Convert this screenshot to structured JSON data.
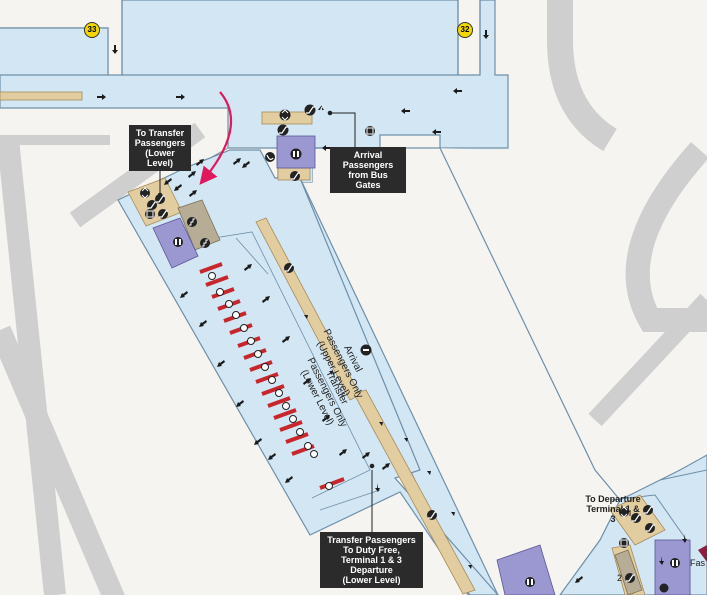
{
  "gates": [
    {
      "number": "33"
    },
    {
      "number": "32"
    }
  ],
  "callouts": {
    "to_transfer": "To Transfer\nPassengers\n(Lower Level)",
    "arrival_bus": "Arrival Passengers\nfrom Bus Gates",
    "transfer_duty_free": "Transfer Passengers\nTo Duty Free,\nTerminal 1 & 3 Departure\n(Lower Level)",
    "to_departure": "To Departure\nTerminal 1 & 3"
  },
  "corridor_labels": {
    "arrival_upper": "Arrival\nPassengers Only\n(Upper Level)",
    "transfer_lower": "Transfer\nPassengers Only\n(Lower Level)"
  },
  "misc_text": {
    "level_number": "2",
    "partial_label": "Fas"
  },
  "colors": {
    "walkway": "#d2e6f4",
    "walkway_edge": "#6f8fa8",
    "background": "#f5f4f0",
    "apron": "#c9c9c9",
    "escalator": "#e2cda0",
    "restroom": "#9b97d0",
    "counter_red": "#c8262d",
    "route_arrow": "#e0195e",
    "callout_bg": "#2b2b2b",
    "gate_badge": "#f2d800"
  },
  "icons": [
    "elevator-icon",
    "escalator-icon",
    "stairs-icon",
    "restroom-icon",
    "phone-icon",
    "baby-change-icon",
    "info-icon",
    "security-check-icon"
  ]
}
